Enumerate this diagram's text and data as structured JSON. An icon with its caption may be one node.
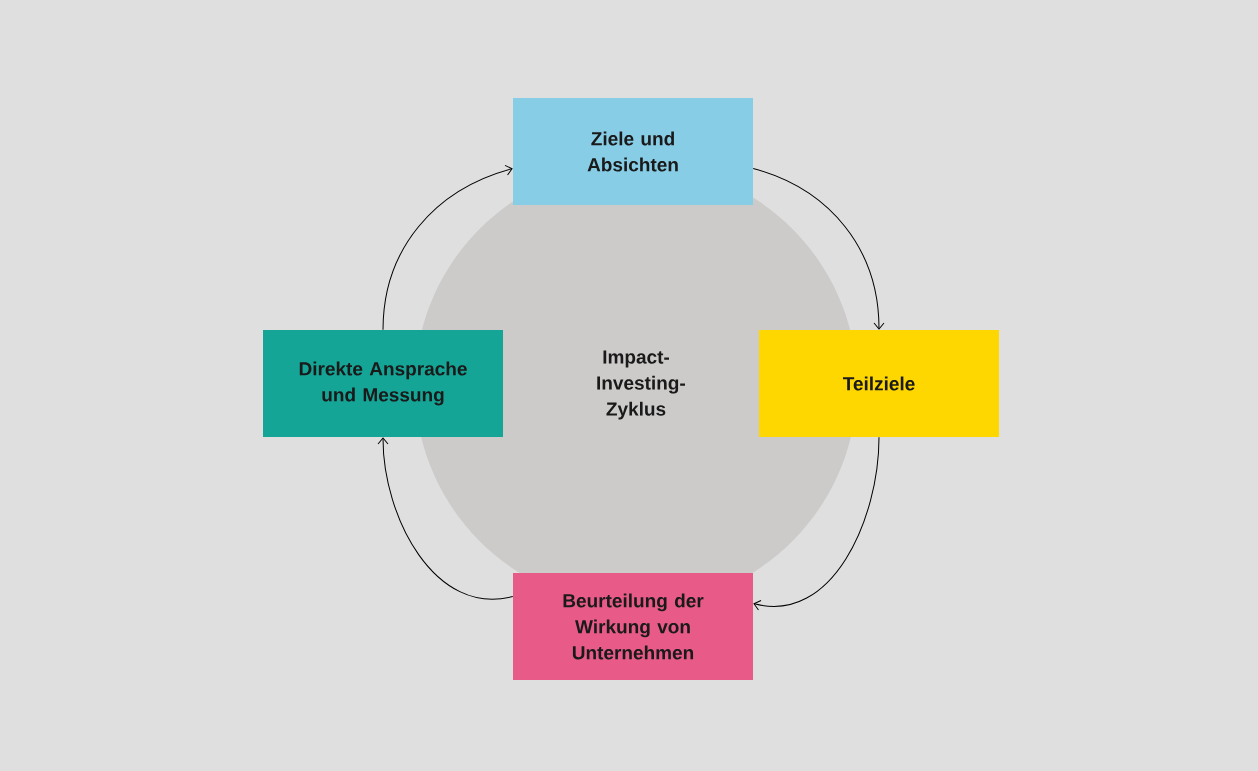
{
  "diagram": {
    "nodes": [
      {
        "text": [
          "Ziele und Absichten"
        ]
      },
      {
        "text": [
          "Direkte Ansprache und Messung"
        ]
      },
      {
        "text": [
          "Impact-Investing-Zyklus"
        ]
      },
      {
        "text": [
          "Teilziele"
        ]
      },
      {
        "text": [
          "Beurteilung der Wirkung von Unternehmen"
        ]
      }
    ],
    "edges": [
      {
        "from": 0,
        "to": 3,
        "arrow": "to"
      },
      {
        "from": 3,
        "to": 4,
        "arrow": "to"
      },
      {
        "from": 4,
        "to": 1,
        "arrow": "to"
      },
      {
        "from": 1,
        "to": 0,
        "arrow": "to"
      }
    ]
  }
}
